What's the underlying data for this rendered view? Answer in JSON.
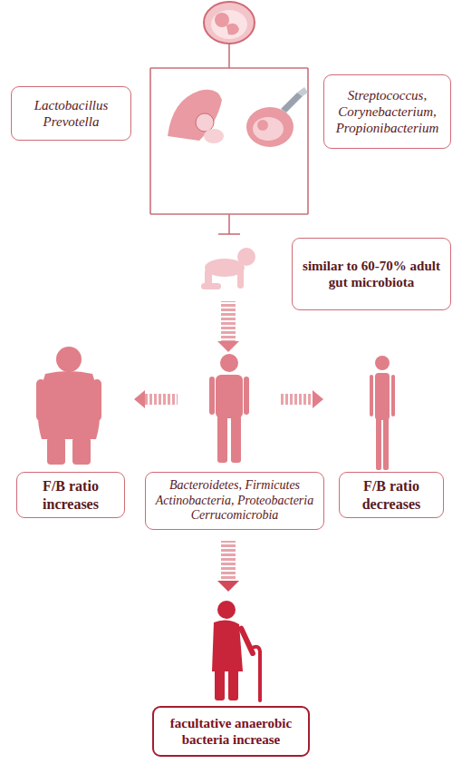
{
  "diagram": {
    "nodes": [
      {
        "text": [
          "Lactobacillus Prevotella"
        ]
      },
      {
        "text": [
          "Streptococcus, Corynebacterium, Propionibacterium"
        ]
      },
      {
        "text": [
          "similar to 60-70% adult gut microbiota"
        ]
      },
      {
        "text": [
          "F/B ratio increases"
        ]
      },
      {
        "text": [
          "Bacteroidetes, Firmicutes Actinobacteria, Proteobacteria Cerrucomicrobia"
        ]
      },
      {
        "text": [
          "F/B ratio decreases"
        ]
      },
      {
        "text": [
          "facultative anaerobic bacteria increase"
        ]
      }
    ]
  }
}
